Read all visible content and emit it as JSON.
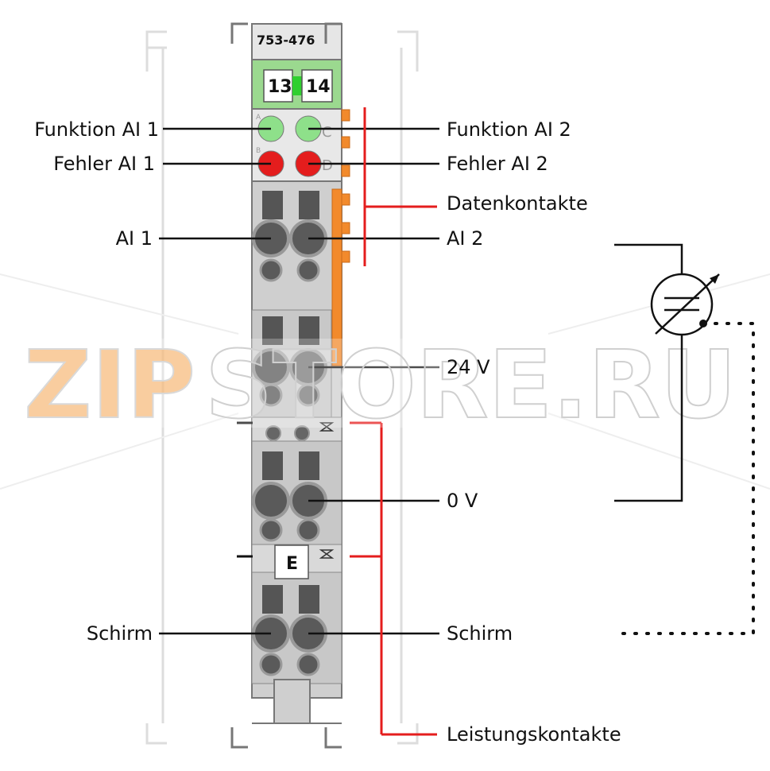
{
  "module": {
    "part_number": "753-476",
    "terminal_left": "13",
    "terminal_right": "14",
    "led_left_top": "A",
    "led_left_bottom": "B",
    "led_right_top": "C",
    "led_right_bottom": "D",
    "marker": "E"
  },
  "labels": {
    "funktion_ai1": "Funktion AI 1",
    "fehler_ai1": "Fehler AI 1",
    "ai1": "AI 1",
    "schirm_left": "Schirm",
    "funktion_ai2": "Funktion AI 2",
    "fehler_ai2": "Fehler AI 2",
    "datenkontakte": "Datenkontakte",
    "ai2": "AI 2",
    "v24": "24 V",
    "v0": "0 V",
    "schirm_right": "Schirm",
    "leistungskontakte": "Leistungskontakte"
  },
  "watermark": {
    "part1": "ZIP",
    "part2": "STORE.RU"
  },
  "colors": {
    "led_green": "#8ee08a",
    "led_red": "#e41d1d",
    "accent_red": "#e41d1d",
    "orange_contact": "#f28a2c",
    "terminal_green": "#9bd98f",
    "module_gray": "#cfcfcf"
  }
}
